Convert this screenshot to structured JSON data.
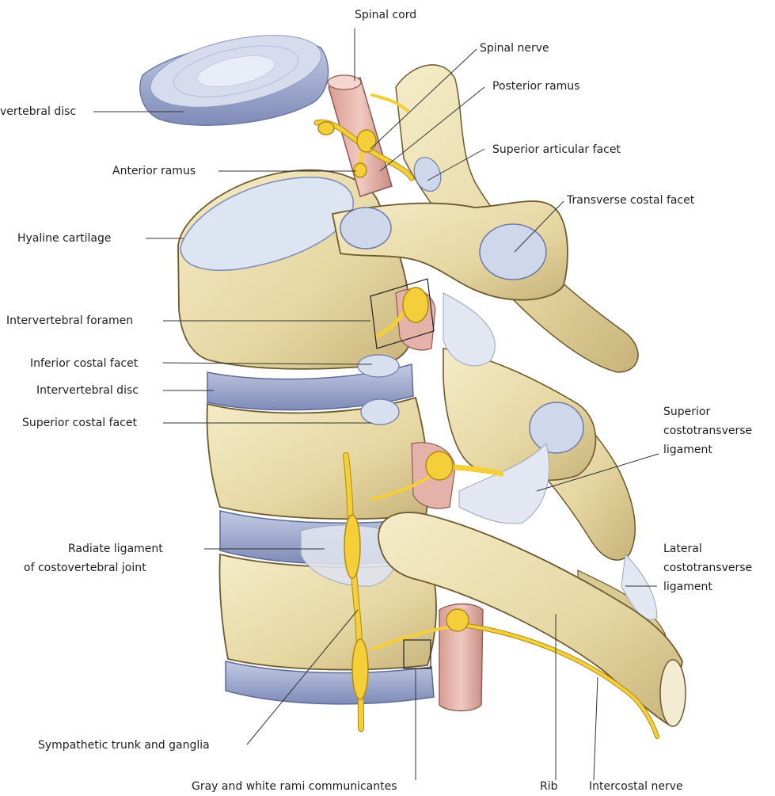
{
  "labels": {
    "spinal_cord": "Spinal cord",
    "spinal_nerve": "Spinal nerve",
    "posterior_ramus": "Posterior ramus",
    "superior_articular_facet": "Superior articular facet",
    "transverse_costal_facet": "Transverse costal facet",
    "top_intervertebral_disc": "vertebral disc",
    "anterior_ramus": "Anterior ramus",
    "hyaline_cartilage": "Hyaline cartilage",
    "intervertebral_foramen": "Intervertebral foramen",
    "inferior_costal_facet": "Inferior costal facet",
    "intervertebral_disc": "Intervertebral disc",
    "superior_costal_facet": "Superior costal facet",
    "superior_costotransverse_ligament_1": "Superior",
    "superior_costotransverse_ligament_2": "costotransverse",
    "superior_costotransverse_ligament_3": "ligament",
    "radiate_ligament_1": "Radiate ligament",
    "radiate_ligament_2": "of costovertebral joint",
    "lateral_costotransverse_ligament_1": "Lateral",
    "lateral_costotransverse_ligament_2": "costotransverse",
    "lateral_costotransverse_ligament_3": "ligament",
    "sympathetic_trunk": "Sympathetic trunk and ganglia",
    "rami_communicantes": "Gray and white rami communicantes",
    "rib": "Rib",
    "intercostal_nerve": "Intercostal nerve"
  },
  "colors": {
    "bone": "#ece0b0",
    "bone_shadow": "#c9b67a",
    "bone_outline": "#6d5a2f",
    "disc": "#a9b4d6",
    "disc_dark": "#7683b0",
    "cartilage": "#dfe6f2",
    "nerve": "#f5cf39",
    "nerve_outline": "#b08a10",
    "cord": "#e7b9b0",
    "ligament": "#dde2ee",
    "leader": "#333333"
  }
}
